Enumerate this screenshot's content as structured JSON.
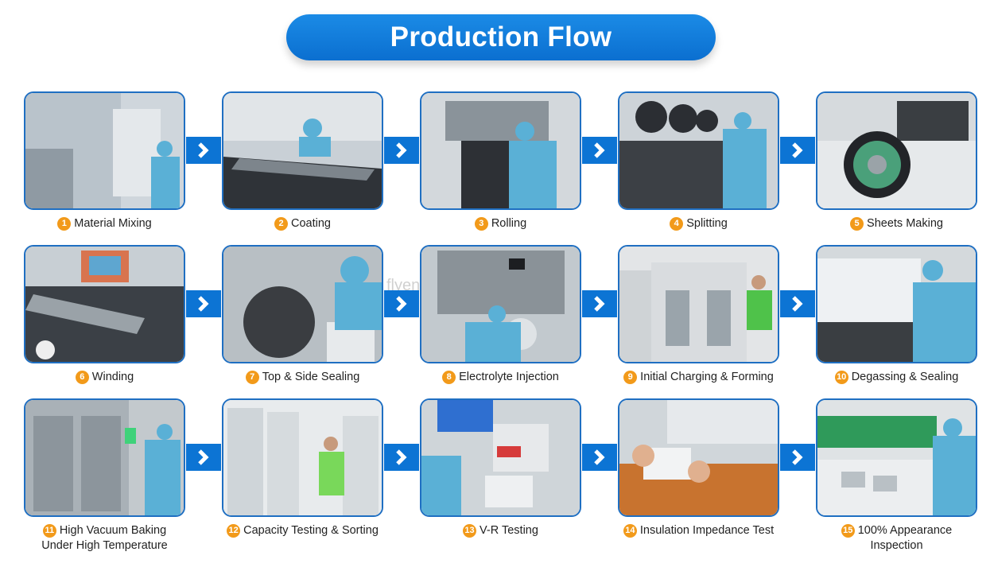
{
  "title": "Production Flow",
  "watermark": "flyenergy.en.alibaba.com",
  "steps": [
    {
      "num": "1",
      "label": "Material Mixing"
    },
    {
      "num": "2",
      "label": "Coating"
    },
    {
      "num": "3",
      "label": "Rolling"
    },
    {
      "num": "4",
      "label": "Splitting"
    },
    {
      "num": "5",
      "label": "Sheets Making"
    },
    {
      "num": "6",
      "label": "Winding"
    },
    {
      "num": "7",
      "label": "Top & Side Sealing"
    },
    {
      "num": "8",
      "label": "Electrolyte Injection"
    },
    {
      "num": "9",
      "label": "Initial Charging & Forming"
    },
    {
      "num": "10",
      "label": "Degassing & Sealing"
    },
    {
      "num": "11",
      "label": "High Vacuum Baking",
      "label2": "Under High Temperature"
    },
    {
      "num": "12",
      "label": "Capacity Testing & Sorting"
    },
    {
      "num": "13",
      "label": "V-R Testing"
    },
    {
      "num": "14",
      "label": "Insulation Impedance Test"
    },
    {
      "num": "15",
      "label": "100% Appearance",
      "label2": "Inspection"
    }
  ],
  "colors": {
    "accent": "#0c74d4",
    "frame": "#1f6fc2",
    "badge": "#f29a1a"
  }
}
